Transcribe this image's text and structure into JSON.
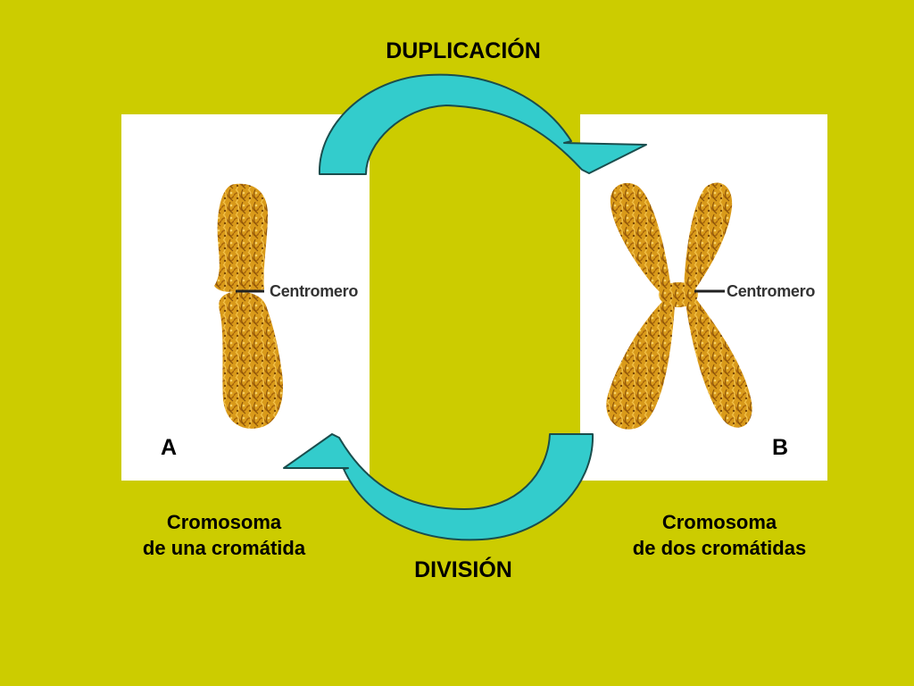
{
  "title_top": "DUPLICACIÓN",
  "title_bottom": "DIVISIÓN",
  "panel_a": {
    "letter": "A",
    "centromere_label": "Centromero",
    "caption_line1": "Cromosoma",
    "caption_line2": "de una cromátida"
  },
  "panel_b": {
    "letter": "B",
    "centromere_label": "Centromero",
    "caption_line1": "Cromosoma",
    "caption_line2": "de dos cromátidas"
  },
  "colors": {
    "background": "#cccc00",
    "arrow_fill": "#33cccc",
    "chromosome": "#d99a1a"
  }
}
